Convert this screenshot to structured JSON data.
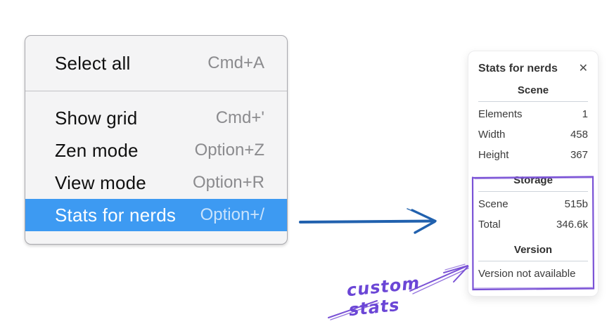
{
  "colors": {
    "menu_highlight": "#3d9af2",
    "menu_background": "#f4f4f5",
    "blue_arrow": "#2161ae",
    "annotation_purple": "#7a52d6",
    "panel_background": "#ffffff"
  },
  "menu": {
    "items_top": [
      {
        "label": "Select all",
        "shortcut": "Cmd+A"
      }
    ],
    "items": [
      {
        "label": "Show grid",
        "shortcut": "Cmd+'"
      },
      {
        "label": "Zen mode",
        "shortcut": "Option+Z"
      },
      {
        "label": "View mode",
        "shortcut": "Option+R"
      },
      {
        "label": "Stats for nerds",
        "shortcut": "Option+/",
        "selected": true
      }
    ]
  },
  "stats_panel": {
    "title": "Stats for nerds",
    "sections": [
      {
        "heading": "Scene",
        "rows": [
          [
            "Elements",
            "1"
          ],
          [
            "Width",
            "458"
          ],
          [
            "Height",
            "367"
          ]
        ]
      },
      {
        "heading": "Storage",
        "rows": [
          [
            "Scene",
            "515b"
          ],
          [
            "Total",
            "346.6k"
          ]
        ]
      },
      {
        "heading": "Version",
        "note": "Version not available"
      }
    ]
  },
  "annotation": {
    "label": "custom stats"
  },
  "icons": {
    "close": "✕"
  }
}
